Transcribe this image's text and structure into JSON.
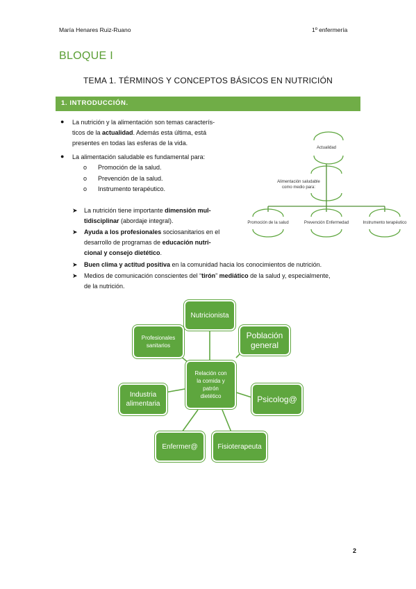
{
  "header": {
    "author": "María Henares Ruiz-Ruano",
    "course": "1º enfermería"
  },
  "block_title": "BLOQUE I",
  "topic_title": "TEMA 1. TÉRMINOS Y CONCEPTOS BÁSICOS EN NUTRICIÓN",
  "section": {
    "label": "1.   INTRODUCCIÓN."
  },
  "bullets": {
    "b1": {
      "l1": "La nutrición y la alimentación son temas caracterís-",
      "l2a": "ticos de la ",
      "l2b": "actualidad",
      "l2c": ". Además esta última, está",
      "l3": "presentes en todas las esferas de la vida."
    },
    "b2": {
      "text": "La alimentación saludable es fundamental para:"
    },
    "sub": [
      "Promoción de la salud.",
      "Prevención de la salud.",
      "Instrumento terapéutico."
    ]
  },
  "arrows": {
    "a1": {
      "l1a": "La nutrición tiene importante ",
      "l1b": "dimensión mul-",
      "l2a": "tidisciplinar",
      "l2b": " (abordaje integral)."
    },
    "a2": {
      "l1a": "Ayuda a los profesionales",
      "l1b": " sociosanitarios en el",
      "l2a": "desarrollo de programas de ",
      "l2b": "educación nutri-",
      "l3a": "cional y consejo dietético",
      "l3b": "."
    },
    "a3": {
      "a": "Buen clima y actitud positiva",
      "b": " en la comunidad hacia los conocimientos de nutrición."
    },
    "a4": {
      "l1a": "Medios de comunicación conscientes del “",
      "l1b": "tirón",
      "l1c": "” ",
      "l1d": "mediático",
      "l1e": " de la salud y, especialmente,",
      "l2": "de la nutrición."
    }
  },
  "tree": {
    "root": "Actualidad",
    "middle": [
      "Alimentación saludable",
      "como medio para:"
    ],
    "leaves": [
      "Promoción de la salud",
      "Prevención Enfermedad",
      "Instrumento terapéutico"
    ]
  },
  "diagram": {
    "center": [
      "Relación con",
      "la comida y",
      "patrón",
      "dietético"
    ],
    "nutricionista": "Nutricionista",
    "poblacion": [
      "Población",
      "general"
    ],
    "profesionales": [
      "Profesionales",
      "sanitarios"
    ],
    "industria": [
      "Industria",
      "alimentaria"
    ],
    "psicologo": "Psicolog@",
    "enfermero": "Enfermer@",
    "fisio": "Fisioterapeuta",
    "color": "#5ea63e"
  },
  "page_number": "2"
}
